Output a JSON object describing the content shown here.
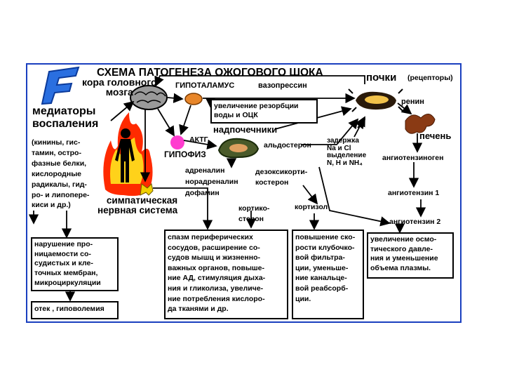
{
  "title": "СХЕМА ПАТОГЕНЕЗА ОЖОГОВОГО ШОКА",
  "logo_letter": "F",
  "labels": {
    "cortex": "кора головного\nмозга",
    "hypothalamus": "ГИПОТАЛАМУС",
    "vasopressin": "вазопрессин",
    "kidneys": "почки",
    "receptors": "(рецепторы)",
    "renin": "ренин",
    "liver": "печень",
    "mediators": "медиаторы\nвоспаления",
    "mediator_list": "(кинины, гис-\nтамин, остро-\nфазные белки,\nкислородные\nрадикалы, гид-\nро- и липопере-\nкиси и др.)",
    "adrenals": "надпочечники",
    "acth": "АКТГ",
    "pituitary": "ГИПОФИЗ",
    "aldosterone": "альдостерон",
    "adrenaline": "адреналин",
    "noradrenaline": "норадреналин",
    "dopamine": "дофамин",
    "deoxycorticosterone": "дезоксикорти-\nкостерон",
    "corticosterone": "кортико-\nстерон",
    "cortisol": "кортизол",
    "sympathetic": "симпатическая\nнервная система",
    "retention": "задержка\nNa и Cl\nвыделение\nN, H и NH₄",
    "angiotensinogen": "ангиотензиноген",
    "angiotensin1": "ангиотензин 1",
    "angiotensin2": "ангиотензин 2"
  },
  "boxes": {
    "resorption": "увеличение резорбции\nводы и ОЦК",
    "permeability": "нарушение про-\nницаемости со-\nсудистых и кле-\nточных мембран,\nмикроциркуляции",
    "edema": "отек , гиповолемия",
    "spasm": "спазм периферических\nсосудов, расширение со-\nсудов мышц и жизненно-\nважных органов, повыше-\nние АД, стимуляция дыха-\nния и гликолиза, увеличе-\nние потребления кислоро-\nда тканями и др.",
    "glomerular": "повышение ско-\nрости клубочко-\nвой фильтра-\nции, уменьше-\nние канальце-\nвой реабсорб-\nции.",
    "osmotic": "увеличение осмо-\nтического давле-\nния и уменьшение\nобъема плазмы."
  },
  "colors": {
    "frame": "#1a3fbf",
    "logo": "#2a6fe0",
    "flame": "#ff2a00",
    "hypothalamus": "#e8862a",
    "pituitary_dot": "#ff3ccf",
    "adrenal": "#4a5a2a",
    "liver": "#8a3a14"
  }
}
